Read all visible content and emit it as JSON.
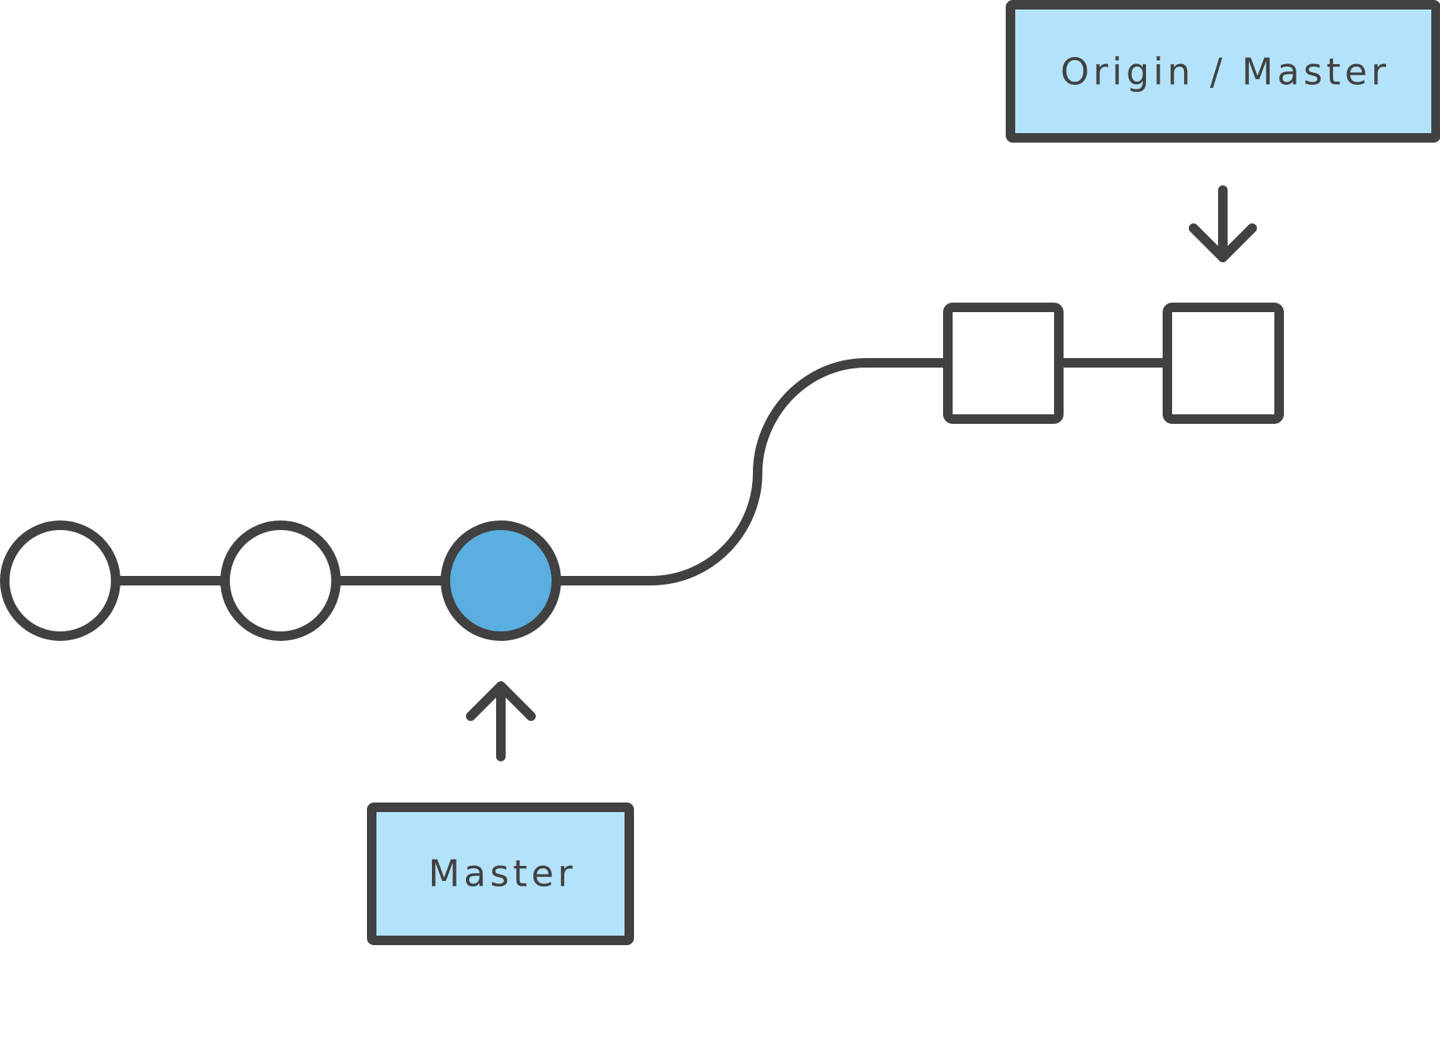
{
  "branches": {
    "local_label": "Master",
    "remote_label": "Origin / Master"
  },
  "commits": {
    "local": [
      {
        "id": "local-commit-1",
        "status": "plain"
      },
      {
        "id": "local-commit-2",
        "status": "plain"
      },
      {
        "id": "local-commit-3",
        "status": "current"
      }
    ],
    "remote": [
      {
        "id": "remote-commit-1"
      },
      {
        "id": "remote-commit-2"
      }
    ]
  },
  "colors": {
    "stroke": "#414141",
    "label_fill": "#b3e3fb",
    "current_commit_fill": "#5aaee0",
    "commit_fill": "#ffffff",
    "background": "#ffffff"
  }
}
